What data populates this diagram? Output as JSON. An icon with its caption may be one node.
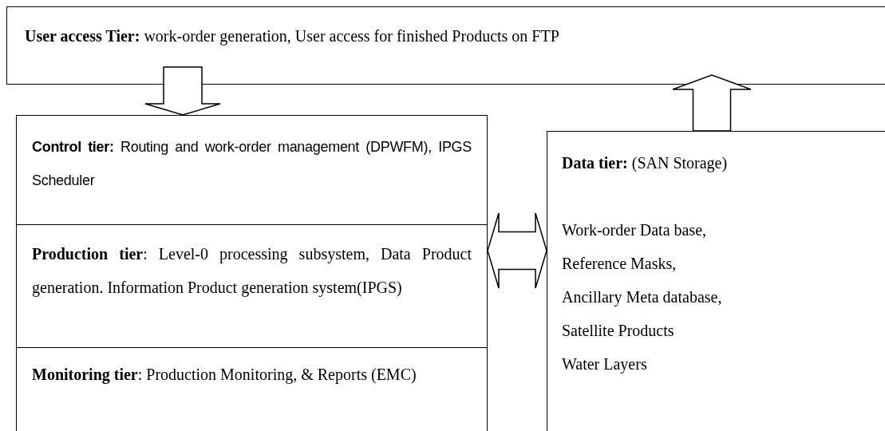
{
  "diagram": {
    "nodes": [
      {
        "text": [
          "**User access Tier:**   work-order generation, User access for finished Products on FTP"
        ]
      },
      {
        "text": [
          "**Control tier:** Routing and work-order management (DPWFM), IPGS Scheduler"
        ]
      },
      {
        "text": [
          "**Production tier**: Level-0 processing subsystem, Data Product generation. Information Product generation system(IPGS)"
        ]
      },
      {
        "text": [
          "**Monitoring tier**: Production Monitoring, & Reports (EMC)"
        ]
      },
      {
        "text": [
          "**Data tier:** (SAN Storage)",
          "Work-order Data base,",
          "Reference Masks,",
          "Ancillary Meta database,",
          "Satellite Products",
          "Water Layers"
        ]
      }
    ],
    "edges": [
      {
        "from": 0,
        "to": 1,
        "arrow": "to"
      },
      {
        "from": 4,
        "to": 0,
        "arrow": "to"
      },
      {
        "from": 2,
        "to": 4,
        "arrow": "both"
      }
    ]
  }
}
